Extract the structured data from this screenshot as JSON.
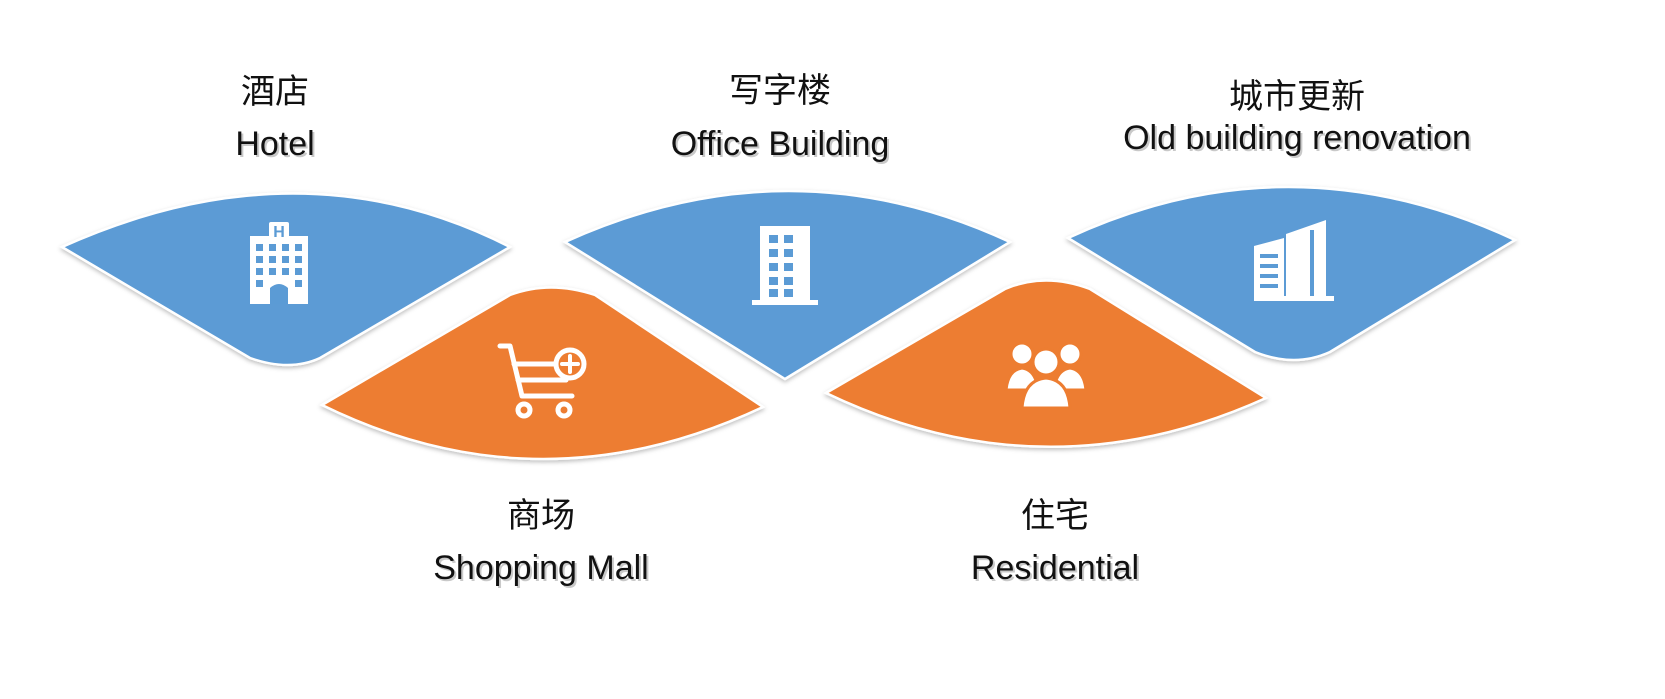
{
  "colors": {
    "blue": "#5b9bd5",
    "orange": "#ed7d31",
    "icon": "#ffffff",
    "text": "#111111"
  },
  "segments": [
    {
      "id": "hotel",
      "color": "blue",
      "icon": "hotel-building-icon",
      "label_cn": "酒店",
      "label_en": "Hotel"
    },
    {
      "id": "shopping-mall",
      "color": "orange",
      "icon": "shopping-cart-plus-icon",
      "label_cn": "商场",
      "label_en": "Shopping Mall"
    },
    {
      "id": "office-building",
      "color": "blue",
      "icon": "office-building-icon",
      "label_cn": "写字楼",
      "label_en": "Office Building"
    },
    {
      "id": "residential",
      "color": "orange",
      "icon": "people-group-icon",
      "label_cn": "住宅",
      "label_en": "Residential"
    },
    {
      "id": "old-building-renovation",
      "color": "blue",
      "icon": "skyscraper-icon",
      "label_cn": "城市更新",
      "label_en": "Old building renovation"
    }
  ]
}
